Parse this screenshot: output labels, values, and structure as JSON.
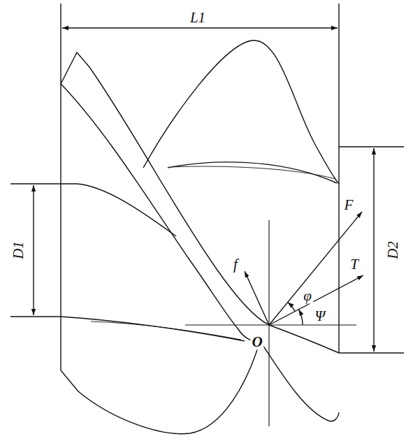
{
  "diagram": {
    "labels": [
      "L1",
      "D1",
      "D2",
      "F",
      "f",
      "T",
      "φ",
      "Ψ",
      "O"
    ]
  }
}
